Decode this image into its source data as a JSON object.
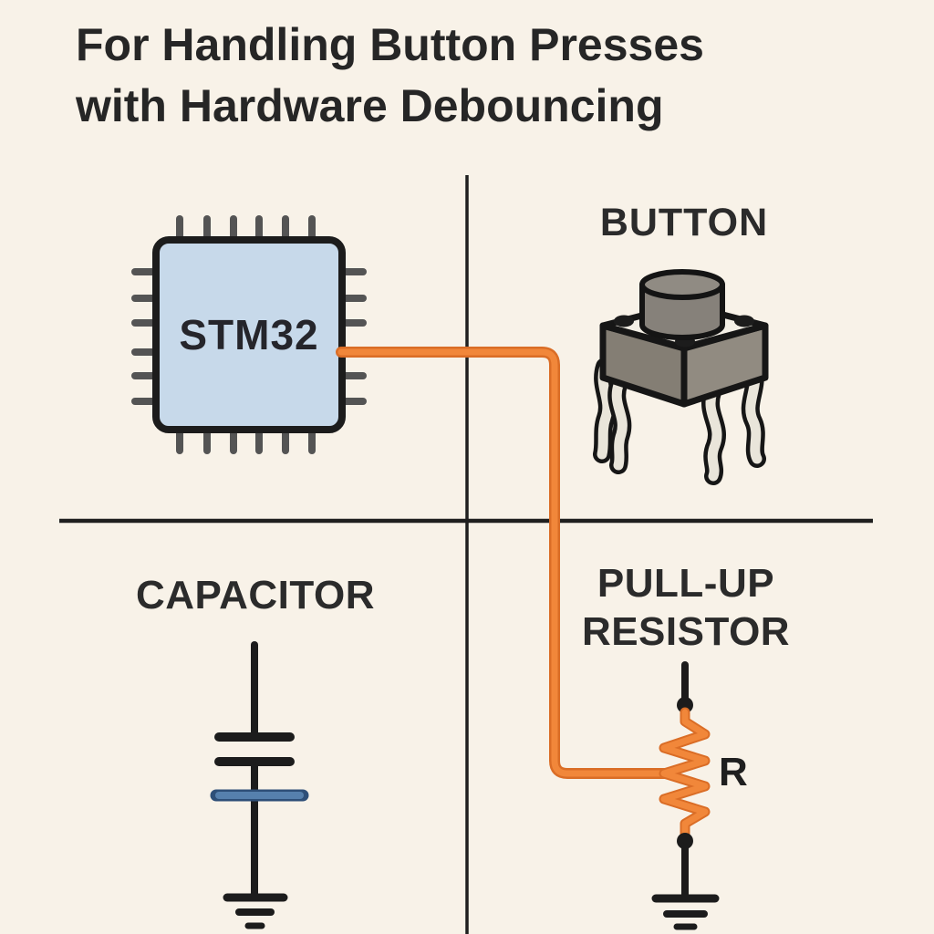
{
  "title": {
    "line1": "For Handling Button Presses",
    "line2": "with Hardware Debouncing"
  },
  "sections": {
    "mcu": {
      "chip_label": "STM32"
    },
    "button": {
      "label": "BUTTON"
    },
    "capacitor": {
      "label": "CAPACITOR"
    },
    "pullup": {
      "label_line1": "PULL-UP",
      "label_line2": "RESISTOR",
      "designator": "R"
    }
  },
  "icons": {
    "mcu": "stm32-chip-icon",
    "button": "push-button-icon",
    "capacitor": "capacitor-symbol-icon",
    "pullup_resistor": "resistor-symbol-icon",
    "wire": "signal-wire",
    "ground": "ground-symbol-icon"
  },
  "colors": {
    "background": "#f8f2e8",
    "divider": "#1f1f1f",
    "chip_fill": "#c7d9ea",
    "chip_outline": "#1c1c1c",
    "pin_gray": "#545454",
    "wire_orange": "#f1873a",
    "wire_orange_edge": "#da6d26",
    "capacitor_blue": "#5680ad",
    "capacitor_blue_edge": "#2e4f78",
    "symbol_black": "#1c1c1c",
    "button_body_gray": "#8b857b",
    "button_top_face": "#f3efe6",
    "button_cap_gray": "#908b83",
    "button_leg_cream": "#e9e5da",
    "text": "#262626"
  }
}
